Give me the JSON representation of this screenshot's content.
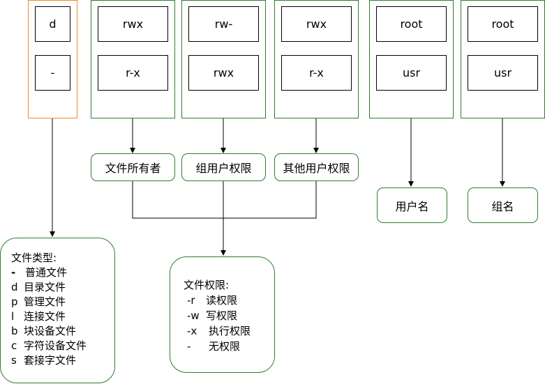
{
  "columns": [
    {
      "top": "d",
      "bottom": "-"
    },
    {
      "top": "rwx",
      "bottom": "r-x"
    },
    {
      "top": "rw-",
      "bottom": "rwx"
    },
    {
      "top": "rwx",
      "bottom": "r-x"
    },
    {
      "top": "root",
      "bottom": "usr"
    },
    {
      "top": "root",
      "bottom": "usr"
    }
  ],
  "labels": {
    "owner": "文件所有者",
    "group": "组用户权限",
    "other": "其他用户权限",
    "user_name": "用户名",
    "group_name": "组名"
  },
  "file_types": {
    "title": "文件类型:",
    "items": [
      {
        "code": "-",
        "desc": "普通文件"
      },
      {
        "code": "d",
        "desc": "目录文件"
      },
      {
        "code": "p",
        "desc": "管理文件"
      },
      {
        "code": "l",
        "desc": "连接文件"
      },
      {
        "code": "b",
        "desc": "块设备文件"
      },
      {
        "code": "c",
        "desc": "字符设备文件"
      },
      {
        "code": "s",
        "desc": "套接字文件"
      }
    ]
  },
  "permissions": {
    "title": "文件权限:",
    "items": [
      {
        "code": "-r",
        "desc": "读权限"
      },
      {
        "code": "-w",
        "desc": "写权限"
      },
      {
        "code": "-x",
        "desc": "执行权限"
      },
      {
        "code": "-",
        "desc": "无权限"
      }
    ]
  },
  "colors": {
    "green_border": "#2e7d32",
    "orange_border": "#f08a24"
  }
}
